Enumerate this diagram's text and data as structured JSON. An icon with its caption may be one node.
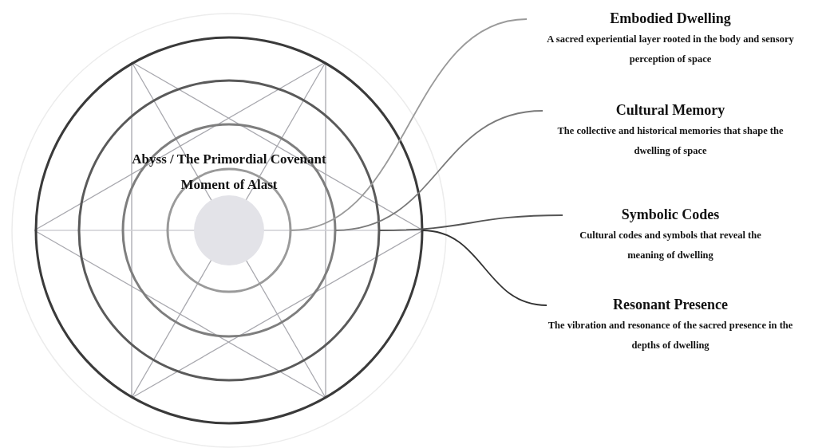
{
  "diagram": {
    "nodes": [
      {
        "text": [],
        "shape": "circle"
      },
      {
        "text": [],
        "shape": "circle",
        "in": 0
      },
      {
        "text": [],
        "shape": "circle",
        "in": 1
      },
      {
        "text": [],
        "shape": "circle",
        "in": 2
      },
      {
        "text": [
          "Embodied Dwelling",
          "A sacred experiential layer rooted in the body and sensory perception of space"
        ]
      },
      {
        "text": [
          "Cultural Memory",
          "The collective and historical memories that shape the dwelling of space"
        ]
      },
      {
        "text": [
          "Symbolic Codes",
          "Cultural codes and symbols that reveal the meaning of dwelling"
        ]
      },
      {
        "text": [
          "Resonant Presence",
          "The vibration and resonance of the sacred presence in the depths of dwelling"
        ]
      }
    ],
    "edges": [
      {
        "from": 3,
        "to": 4,
        "arrow": "none",
        "color": "#9a9a9a"
      },
      {
        "from": 2,
        "to": 5,
        "arrow": "none",
        "color": "#7a7a7a"
      },
      {
        "from": 1,
        "to": 6,
        "arrow": "none",
        "color": "#555555"
      },
      {
        "from": 0,
        "to": 7,
        "arrow": "none",
        "color": "#333333"
      }
    ],
    "labels": [
      "Abyss / The Primordial Covenant",
      "Moment of Alast"
    ]
  }
}
